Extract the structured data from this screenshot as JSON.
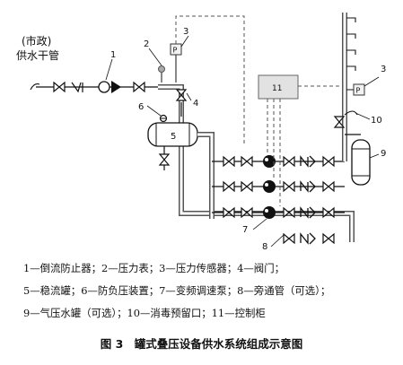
{
  "diagram": {
    "inlet_label_line1": "(市政)",
    "inlet_label_line2": "供水干管",
    "callouts": {
      "n1": "1",
      "n2": "2",
      "n3a": "3",
      "n3b": "3",
      "n4": "4",
      "n5": "5",
      "n6": "6",
      "n7": "7",
      "n8": "8",
      "n9": "9",
      "n10": "10",
      "n11": "11"
    },
    "gauge_letter": "P"
  },
  "legend": {
    "line1": "1—倒流防止器；2—压力表；3—压力传感器；4—阀门；",
    "line2": "5—稳流罐；6—防负压装置；7—变频调速泵；8—旁通管（可选）；",
    "line3": "9—气压水罐（可选）；10—消毒预留口；11—控制柜"
  },
  "caption": "图 3　罐式叠压设备供水系统组成示意图"
}
